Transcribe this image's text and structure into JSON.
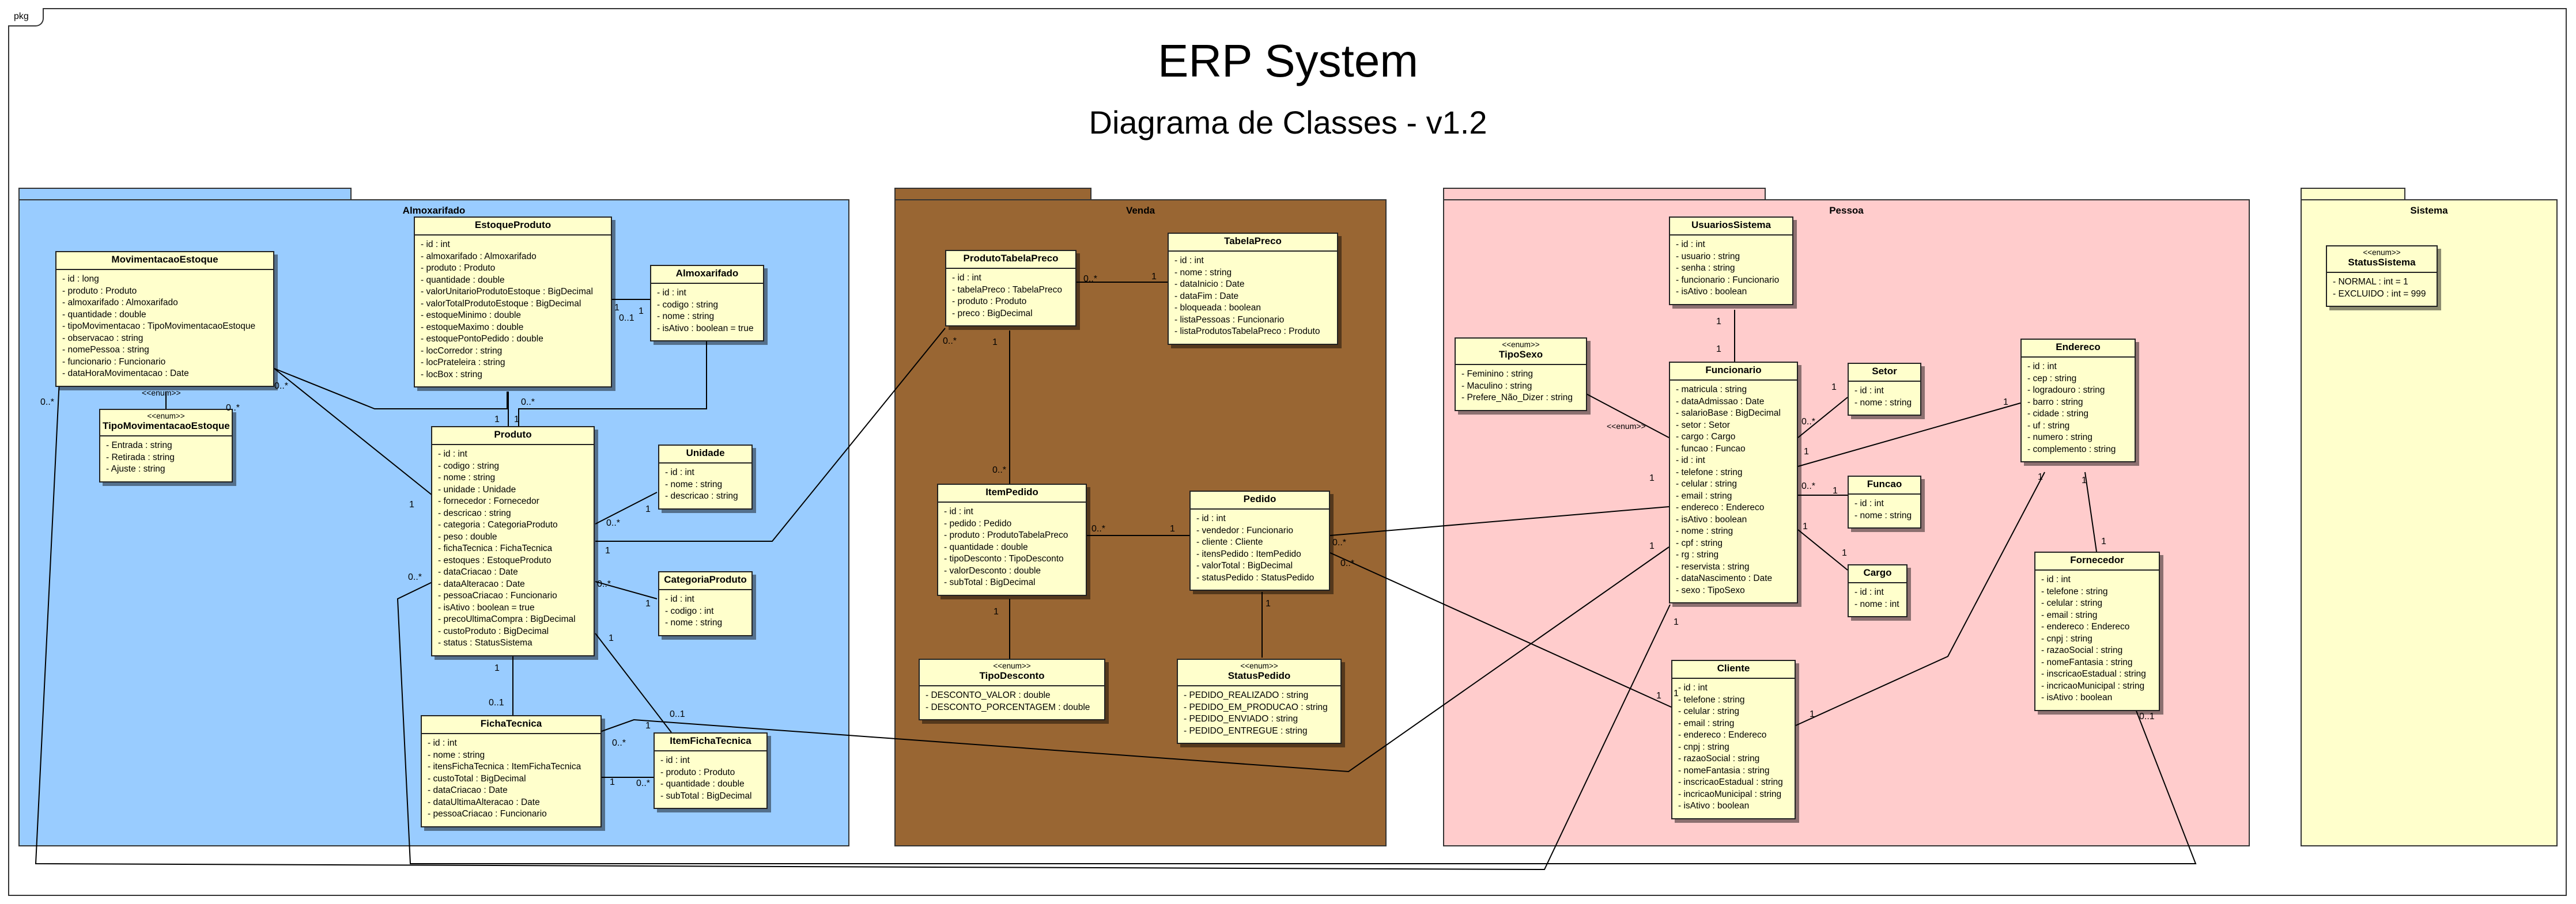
{
  "frame_label": "pkg",
  "title": "ERP System",
  "subtitle": "Diagrama de Classes - v1.2",
  "packages": {
    "almoxarifado": {
      "name": "Almoxarifado",
      "color": "#99ccff"
    },
    "venda": {
      "name": "Venda",
      "color": "#996633"
    },
    "pessoa": {
      "name": "Pessoa",
      "color": "#ffcccc"
    },
    "sistema": {
      "name": "Sistema",
      "color": "#ffffcc"
    }
  },
  "classes": {
    "movimentacao_estoque": {
      "name": "MovimentacaoEstoque",
      "attributes": [
        "- id : long",
        "- produto : Produto",
        "- almoxarifado : Almoxarifado",
        "- quantidade : double",
        "- tipoMovimentacao : TipoMovimentacaoEstoque",
        "- observacao : string",
        "- nomePessoa : string",
        "- funcionario : Funcionario",
        "- dataHoraMovimentacao : Date"
      ]
    },
    "tipo_movimentacao_estoque": {
      "stereotype": "<<enum>>",
      "name": "TipoMovimentacaoEstoque",
      "attributes": [
        "- Entrada : string",
        "- Retirada : string",
        "- Ajuste : string"
      ]
    },
    "estoque_produto": {
      "name": "EstoqueProduto",
      "attributes": [
        "- id : int",
        "- almoxarifado : Almoxarifado",
        "- produto : Produto",
        "- quantidade : double",
        "- valorUnitarioProdutoEstoque : BigDecimal",
        "- valorTotalProdutoEstoque : BigDecimal",
        "- estoqueMinimo : double",
        "- estoqueMaximo : double",
        "- estoquePontoPedido : double",
        "- locCorredor : string",
        "- locPrateleira : string",
        "- locBox : string"
      ]
    },
    "almoxarifado": {
      "name": "Almoxarifado",
      "attributes": [
        "- id : int",
        "- codigo : string",
        "- nome : string",
        "- isAtivo : boolean = true"
      ]
    },
    "produto": {
      "name": "Produto",
      "attributes": [
        "- id : int",
        "- codigo : string",
        "- nome : string",
        "- unidade : Unidade",
        "- fornecedor : Fornecedor",
        "- descricao : string",
        "- categoria : CategoriaProduto",
        "- peso : double",
        "- fichaTecnica : FichaTecnica",
        "- estoques : EstoqueProduto",
        "- dataCriacao : Date",
        "- dataAlteracao : Date",
        "- pessoaCriacao : Funcionario",
        "- isAtivo : boolean = true",
        "- precoUltimaCompra : BigDecimal",
        "- custoProduto : BigDecimal",
        "- status : StatusSistema"
      ]
    },
    "unidade": {
      "name": "Unidade",
      "attributes": [
        "- id : int",
        "- nome : string",
        "- descricao : string"
      ]
    },
    "categoria_produto": {
      "name": "CategoriaProduto",
      "attributes": [
        "- id : int",
        "- codigo : int",
        "- nome : string"
      ]
    },
    "ficha_tecnica": {
      "name": "FichaTecnica",
      "attributes": [
        "- id : int",
        "- nome : string",
        "- itensFichaTecnica : ItemFichaTecnica",
        "- custoTotal : BigDecimal",
        "- dataCriacao : Date",
        "- dataUltimaAlteracao : Date",
        "- pessoaCriacao : Funcionario"
      ]
    },
    "item_ficha_tecnica": {
      "name": "ItemFichaTecnica",
      "attributes": [
        "- id : int",
        "- produto : Produto",
        "- quantidade : double",
        "- subTotal : BigDecimal"
      ]
    },
    "produto_tabela_preco": {
      "name": "ProdutoTabelaPreco",
      "attributes": [
        "- id : int",
        "- tabelaPreco : TabelaPreco",
        "- produto : Produto",
        "- preco : BigDecimal"
      ]
    },
    "tabela_preco": {
      "name": "TabelaPreco",
      "attributes": [
        "- id : int",
        "- nome : string",
        "- dataInicio : Date",
        "- dataFim : Date",
        "- bloqueada : boolean",
        "- listaPessoas : Funcionario",
        "- listaProdutosTabelaPreco : Produto"
      ]
    },
    "item_pedido": {
      "name": "ItemPedido",
      "attributes": [
        "- id : int",
        "- pedido : Pedido",
        "- produto : ProdutoTabelaPreco",
        "- quantidade : double",
        "- tipoDesconto : TipoDesconto",
        "- valorDesconto : double",
        "- subTotal : BigDecimal"
      ]
    },
    "pedido": {
      "name": "Pedido",
      "attributes": [
        "- id : int",
        "- vendedor : Funcionario",
        "- cliente : Cliente",
        "- itensPedido : ItemPedido",
        "- valorTotal : BigDecimal",
        "- statusPedido : StatusPedido"
      ]
    },
    "tipo_desconto": {
      "stereotype": "<<enum>>",
      "name": "TipoDesconto",
      "attributes": [
        "- DESCONTO_VALOR : double",
        "- DESCONTO_PORCENTAGEM : double"
      ]
    },
    "status_pedido": {
      "stereotype": "<<enum>>",
      "name": "StatusPedido",
      "attributes": [
        "- PEDIDO_REALIZADO : string",
        "- PEDIDO_EM_PRODUCAO : string",
        "- PEDIDO_ENVIADO : string",
        "- PEDIDO_ENTREGUE : string"
      ]
    },
    "usuarios_sistema": {
      "name": "UsuariosSistema",
      "attributes": [
        "- id : int",
        "- usuario : string",
        "- senha : string",
        "- funcionario : Funcionario",
        "- isAtivo : boolean"
      ]
    },
    "tipo_sexo": {
      "stereotype": "<<enum>>",
      "name": "TipoSexo",
      "attributes": [
        "- Feminino : string",
        "- Maculino : string",
        "- Prefere_Não_Dizer : string"
      ]
    },
    "funcionario": {
      "name": "Funcionario",
      "attributes": [
        "- matricula : string",
        "- dataAdmissao : Date",
        "- salarioBase : BigDecimal",
        "- setor : Setor",
        "- cargo : Cargo",
        "- funcao : Funcao",
        "- id : int",
        "- telefone : string",
        "- celular : string",
        "- email : string",
        "- endereco : Endereco",
        "- isAtivo : boolean",
        "- nome : string",
        "- cpf : string",
        "- rg : string",
        "- reservista : string",
        "- dataNascimento : Date",
        "- sexo : TipoSexo"
      ]
    },
    "setor": {
      "name": "Setor",
      "attributes": [
        "- id : int",
        "- nome : string"
      ]
    },
    "funcao": {
      "name": "Funcao",
      "attributes": [
        "- id : int",
        "- nome : string"
      ]
    },
    "cargo": {
      "name": "Cargo",
      "attributes": [
        "- id : int",
        "- nome : int"
      ]
    },
    "endereco": {
      "name": "Endereco",
      "attributes": [
        "- id : int",
        "- cep : string",
        "- logradouro : string",
        "- barro : string",
        "- cidade : string",
        "- uf : string",
        "- numero : string",
        "- complemento : string"
      ]
    },
    "fornecedor": {
      "name": "Fornecedor",
      "attributes": [
        "- id : int",
        "- telefone : string",
        "- celular : string",
        "- email : string",
        "- endereco : Endereco",
        "- cnpj : string",
        "- razaoSocial : string",
        "- nomeFantasia : string",
        "- inscricaoEstadual : string",
        "- incricaoMunicipal : string",
        "- isAtivo : boolean"
      ]
    },
    "cliente": {
      "name": "Cliente",
      "attributes": [
        "- id : int",
        "- telefone : string",
        "- celular : string",
        "- email : string",
        "- endereco : Endereco",
        "- cnpj : string",
        "- razaoSocial : string",
        "- nomeFantasia : string",
        "- inscricaoEstadual : string",
        "- incricaoMunicipal : string",
        "- isAtivo : boolean"
      ]
    },
    "status_sistema": {
      "stereotype": "<<enum>>",
      "name": "StatusSistema",
      "attributes": [
        "- NORMAL : int = 1",
        "- EXCLUIDO : int = 999"
      ]
    }
  },
  "multiplicities": [
    "0..*",
    "1",
    "0..*",
    "0..*",
    "1",
    "1",
    "0..1",
    "1",
    "0..*",
    "1",
    "0..*",
    "1",
    "0..*",
    "1",
    "0..*",
    "1",
    "0..1",
    "0..*",
    "1",
    "0..*",
    "1",
    "1",
    "0..1",
    "0..*",
    "1",
    "0..*",
    "1",
    "0..*",
    "1",
    "1",
    "0..*",
    "1",
    "1",
    "0..*",
    "0..*",
    "1",
    "1",
    "1",
    "1",
    "1",
    "0..*",
    "1",
    "0..*",
    "1",
    "1",
    "1",
    "1",
    "1",
    "1",
    "0..1",
    "1",
    "1",
    "1",
    "1",
    "1"
  ],
  "stereotype_labels": [
    "<<enum>>",
    "<<enum>>"
  ]
}
